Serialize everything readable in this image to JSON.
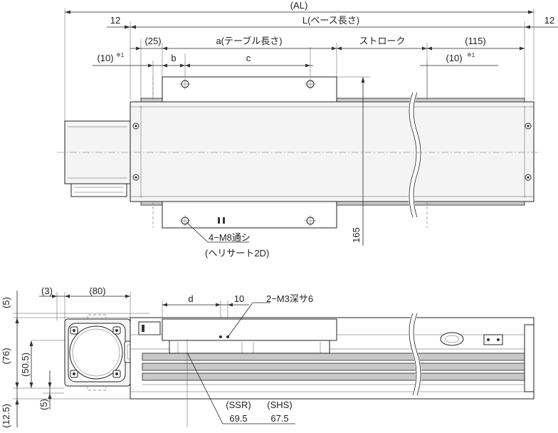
{
  "top_view": {
    "dims": {
      "al": "(AL)",
      "left_12": "12",
      "l_base": "L(ベース長さ)",
      "right_12": "12",
      "p25": "(25)",
      "a_table": "a(テーブル長さ)",
      "stroke": "ストローク",
      "p115": "(115)",
      "p10_left": "(10)",
      "p10_right": "(10)",
      "note_mark": "※1",
      "b": "b",
      "c": "c",
      "h165": "165"
    },
    "callout_holes": "4−M8通シ",
    "callout_insert": "(ヘリサート2D)"
  },
  "front_view": {
    "dims": {
      "p3": "(3)",
      "p80": "(80)",
      "d": "d",
      "ten": "10",
      "p5_top": "(5)",
      "p76": "(76)",
      "p50_5": "(50.5)",
      "p5_bottom": "(5)",
      "p12_5": "(12.5)"
    },
    "callout_tapped": "2−M3深サ6",
    "ssr_label": "(SSR)",
    "ssr_value": "69.5",
    "shs_label": "(SHS)",
    "shs_value": "67.5"
  }
}
